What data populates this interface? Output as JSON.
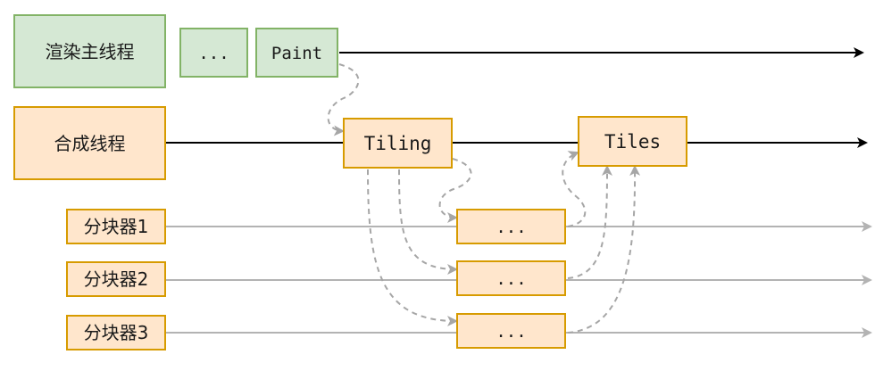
{
  "threads": {
    "main": {
      "label": "渲染主线程"
    },
    "compositor": {
      "label": "合成线程"
    }
  },
  "main_tasks": {
    "ellipsis": "...",
    "paint": "Paint"
  },
  "compositor_tasks": {
    "tiling": "Tiling",
    "tiles": "Tiles"
  },
  "rasterizers": [
    {
      "label": "分块器1",
      "task": "..."
    },
    {
      "label": "分块器2",
      "task": "..."
    },
    {
      "label": "分块器3",
      "task": "..."
    }
  ],
  "colors": {
    "green_fill": "#d5e8d4",
    "green_stroke": "#82b366",
    "orange_fill": "#ffe6cc",
    "orange_stroke": "#d79b00",
    "arrow_gray": "#b3b3b3",
    "dashed_gray": "#a6a6a6"
  }
}
